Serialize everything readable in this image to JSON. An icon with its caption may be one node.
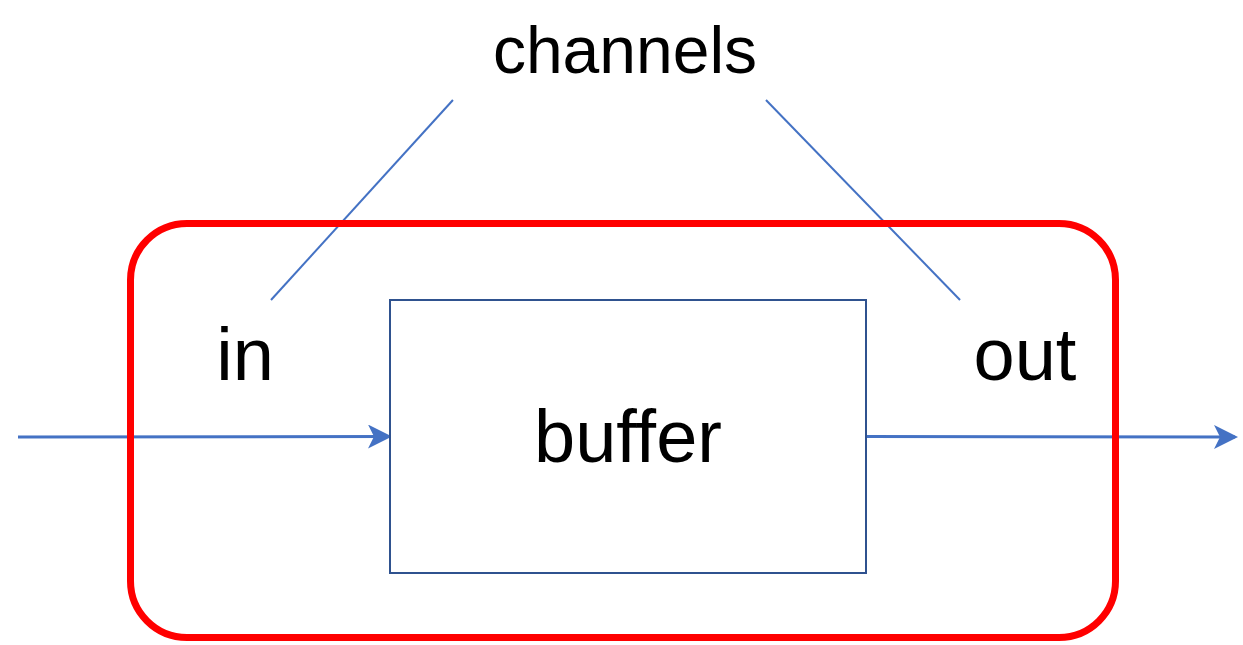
{
  "diagram": {
    "nodes": [
      {
        "text": [
          "channels"
        ]
      },
      {
        "text": [],
        "shape": "box"
      },
      {
        "text": [
          "in"
        ],
        "in": 1
      },
      {
        "text": [
          "buffer"
        ],
        "in": 1
      },
      {
        "text": [
          "out"
        ],
        "in": 1
      }
    ],
    "edges": [
      {
        "from": null,
        "to": 3,
        "arrow": "to"
      },
      {
        "from": 3,
        "to": null,
        "arrow": "to"
      },
      {
        "from": 0,
        "to": 2,
        "arrow": "none"
      },
      {
        "from": 0,
        "to": 4,
        "arrow": "none"
      }
    ]
  }
}
